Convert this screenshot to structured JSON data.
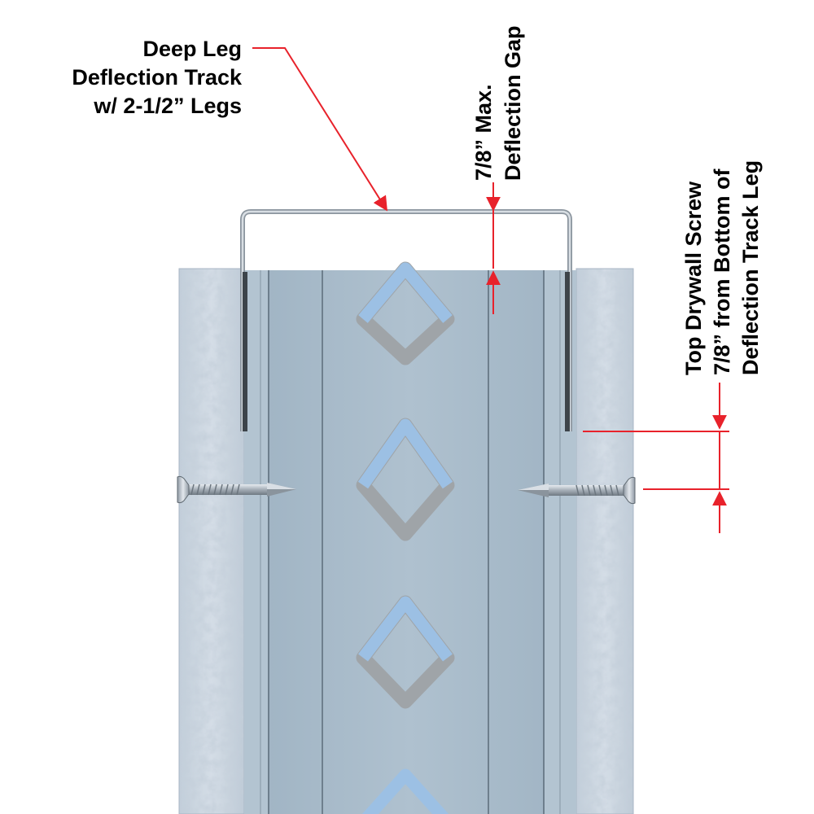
{
  "labels": {
    "track_line1": "Deep Leg",
    "track_line2": "Deflection Track",
    "track_line3": "w/ 2-1/2” Legs",
    "gap_line1": "7/8” Max.",
    "gap_line2": "Deflection Gap",
    "screw_line1": "Top Drywall Screw",
    "screw_line2": "7/8” from Bottom of",
    "screw_line3": "Deflection Track Leg"
  },
  "colors": {
    "arrow": "#e8222b",
    "drywall": "#c6d2de",
    "stud": "#a9bccb",
    "track": "#b9c3cc",
    "knockout_shadow": "#9fa4a8",
    "knockout_highlight": "#9cc0e4",
    "screw": "#b4bcc4"
  },
  "icons": {
    "screw_left": "drywall-screw-icon",
    "screw_right": "drywall-screw-icon"
  }
}
